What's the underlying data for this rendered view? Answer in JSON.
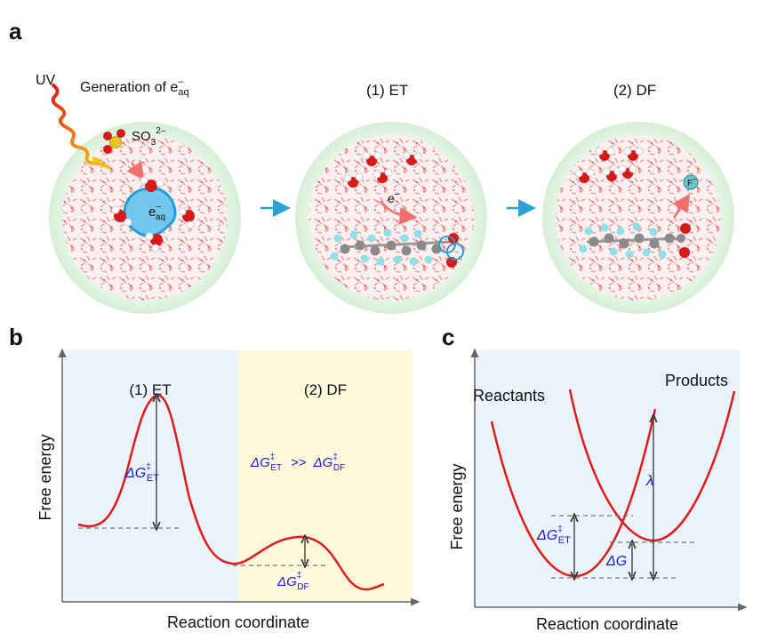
{
  "panels": {
    "a": "a",
    "b": "b",
    "c": "c"
  },
  "panel_a": {
    "uv": "UV",
    "generation_label": "Generation of e",
    "generation_sup": "–",
    "generation_sub": "aq",
    "sulfite_main": "SO",
    "sulfite_sub": "3",
    "sulfite_sup": "2–",
    "eaq_main": "e",
    "eaq_sup": "–",
    "eaq_sub": "aq",
    "et_title": "(1) ET",
    "electron_main": "e",
    "electron_sup": "–",
    "df_title": "(2) DF",
    "fluoride_main": "F",
    "fluoride_sup": "–"
  },
  "panel_b": {
    "region_et": "(1) ET",
    "region_df": "(2) DF",
    "ylabel": "Free energy",
    "xlabel": "Reaction coordinate",
    "dg_et_main": "ΔG",
    "dg_et_sup": "‡",
    "dg_et_sub": "ET",
    "dg_df_main": "ΔG",
    "dg_df_sup": "‡",
    "dg_df_sub": "DF",
    "cmp_left_main": "ΔG",
    "cmp_left_sup": "‡",
    "cmp_left_sub": "ET",
    "cmp_op": ">>",
    "cmp_right_main": "ΔG",
    "cmp_right_sup": "‡",
    "cmp_right_sub": "DF"
  },
  "panel_c": {
    "reactants": "Reactants",
    "products": "Products",
    "ylabel": "Free energy",
    "xlabel": "Reaction coordinate",
    "lambda": "λ",
    "dg_main": "ΔG",
    "dg_et_main": "ΔG",
    "dg_et_sup": "‡",
    "dg_et_sub": "ET"
  },
  "colors": {
    "curve": "#e01b1b",
    "text_blue": "#1a1ad6",
    "et_bg": "#eaf4fc",
    "df_bg": "#fdfadb",
    "c_bg": "#eaf4fc",
    "flow_arrow": "#2aa2d8",
    "solvent_glow": "#dff2df",
    "oxygen": "#d61a1a",
    "carbon": "#8a8a8a",
    "fluorine": "#8fe0e8",
    "sulfur": "#e8c81a"
  }
}
